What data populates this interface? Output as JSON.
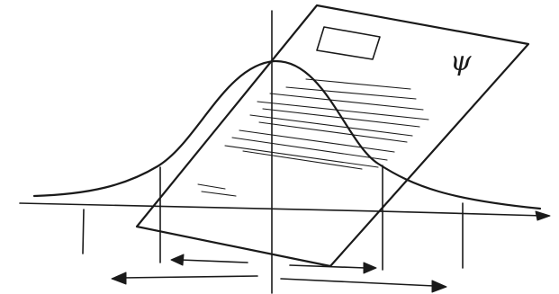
{
  "figure": {
    "description_free": true,
    "ink_color": "#1a1a1a",
    "background": "#ffffff",
    "paper_symbol": "ψ",
    "elements": [
      "bell-curve",
      "tilted-paper-sheet",
      "horizontal-axis",
      "vertical-center-line",
      "inner-interval-arrows",
      "outer-interval-arrows"
    ]
  }
}
